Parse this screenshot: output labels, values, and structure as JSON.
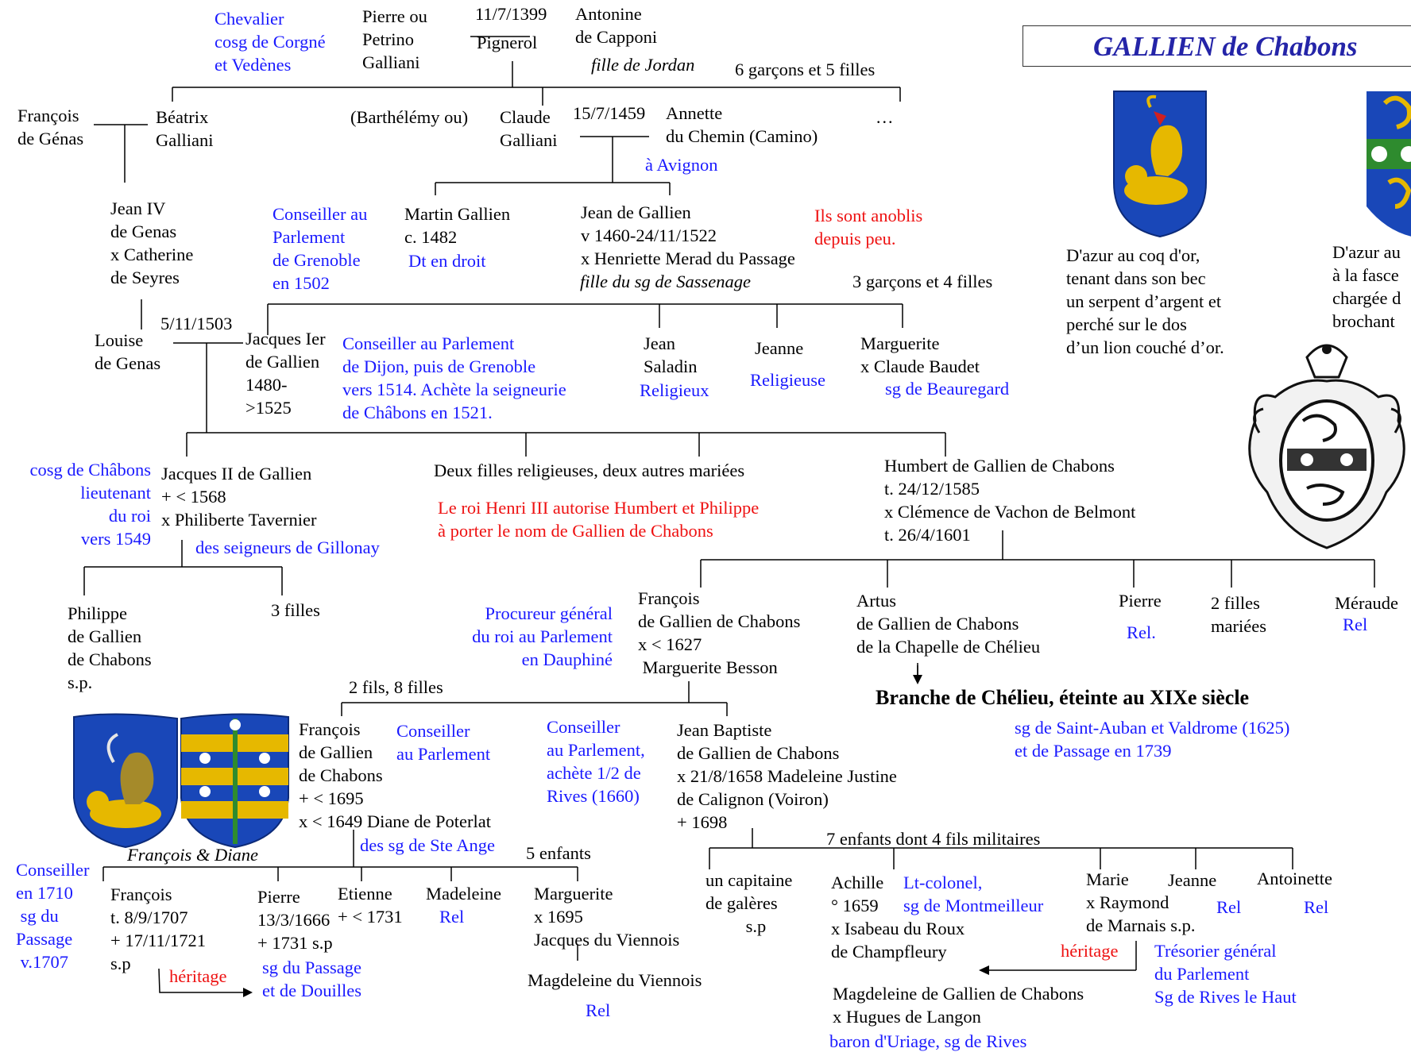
{
  "header": {
    "title": "GALLIEN de Chabons"
  },
  "nodes": {
    "chevalier": "Chevalier\ncosg de Corgné\net Vedènes",
    "pierre_galliani": "Pierre ou\nPetrino\nGalliani",
    "date_1399": "11/7/1399",
    "pignerol": "Pignerol",
    "antonine": "Antonine\nde Capponi",
    "fille_jordan": "fille de Jordan",
    "six_garcons": "6 garçons et 5 filles",
    "francois_genas": "François\nde Génas",
    "beatrix": "Béatrix\nGalliani",
    "barthelemy": "(Barthélémy ou)",
    "claude": "Claude\nGalliani",
    "date_1459": "15/7/1459",
    "annette": "Annette\ndu Chemin (Camino)",
    "dots": "…",
    "avignon": "à Avignon",
    "jean_iv": "Jean IV\nde Genas\nx Catherine\nde Seyres",
    "conseiller_grenoble": "Conseiller au\nParlement\nde Grenoble\nen 1502",
    "martin": "Martin Gallien\nc. 1482",
    "dt_droit": "Dt en droit",
    "jean_gallien": "Jean de Gallien\nv 1460-24/11/1522\nx Henriette Merad du Passage",
    "fille_sassenage": "fille du sg de Sassenage",
    "anoblis": "Ils sont anoblis\ndepuis peu.",
    "trois_garcons": "3 garçons et 4 filles",
    "louise": "Louise\nde Genas",
    "date_1503": "5/11/1503",
    "jacques_ier": "Jacques Ier\nde Gallien\n1480-\n>1525",
    "conseiller_dijon": "Conseiller au Parlement\nde Dijon, puis de Grenoble\nvers 1514. Achète la seigneurie\nde Châbons en 1521.",
    "jean_saladin": "Jean\nSaladin",
    "religieux": "Religieux",
    "jeanne1": "Jeanne",
    "religieuse": "Religieuse",
    "marguerite1": "Marguerite\nx Claude Baudet",
    "sg_beauregard": "sg de Beauregard",
    "cosg_chabons": "cosg de Châbons\nlieutenant\ndu roi\nvers 1549",
    "jacques_ii": "Jacques II de Gallien\n+ < 1568\nx Philiberte Tavernier",
    "sg_gillonay": "des seigneurs de Gillonay",
    "deux_filles": "Deux filles religieuses, deux autres mariées",
    "roi_henri": "Le roi Henri III autorise Humbert et Philippe\nà porter le nom de Gallien de Chabons",
    "humbert": "Humbert de Gallien de Chabons\nt. 24/12/1585\nx Clémence de Vachon de Belmont\nt. 26/4/1601",
    "philippe": "Philippe\nde Gallien\nde Chabons\ns.p.",
    "trois_filles": "3 filles",
    "procureur": "Procureur général\ndu roi au Parlement\nen Dauphiné",
    "francois_chabons": "François\nde Gallien de Chabons\nx < 1627\n Marguerite Besson",
    "artus": "Artus\nde Gallien de Chabons\nde la Chapelle de Chélieu",
    "pierre_rel": "Pierre",
    "rel_pierre": "Rel.",
    "deux_filles_mariees": "2 filles\nmariées",
    "meraude": "Méraude",
    "rel_meraude": "Rel",
    "deux_fils": "2 fils, 8 filles",
    "branche": "Branche de Chélieu, éteinte au XIXe siècle",
    "sg_saint_auban": "sg de Saint-Auban et Valdrome (1625)\net de Passage en 1739",
    "francois_diane_caption": "François & Diane",
    "francois2": "François\nde Gallien\nde Chabons\n+ < 1695\nx < 1649 Diane de Poterlat",
    "conseiller_parl": "Conseiller\nau Parlement",
    "conseiller_rives": "Conseiller\nau Parlement,\nachète 1/2 de\nRives (1660)",
    "jean_baptiste": "Jean Baptiste\nde Gallien de Chabons\nx 21/8/1658 Madeleine Justine\nde Calignon (Voiron)\n+ 1698",
    "sg_ste_ange": "des sg de Ste Ange",
    "cinq_enfants": "5 enfants",
    "sept_enfants": "7 enfants dont 4 fils militaires",
    "conseiller_1710": "Conseiller\nen 1710\n sg du\nPassage\n v.1707",
    "francois3": "François\nt. 8/9/1707\n+ 17/11/1721\ns.p",
    "heritage1": "héritage",
    "pierre2": "Pierre\n13/3/1666\n+ 1731 s.p",
    "etienne": "Etienne\n+ < 1731",
    "madeleine": "Madeleine",
    "rel_madeleine": "Rel",
    "marguerite2": "Marguerite\nx 1695\nJacques du Viennois",
    "sg_passage_douilles": "sg du Passage\net de Douilles",
    "magdeleine_viennois": "Magdeleine du Viennois",
    "rel_magdeleine": "Rel",
    "capitaine": "un capitaine\nde galères\n         s.p",
    "achille": "Achille\n° 1659\nx Isabeau du Roux\nde Champfleury",
    "lt_colonel": "Lt-colonel,\nsg de Montmeilleur",
    "marie": "Marie\nx Raymond\nde Marnais s.p.",
    "jeanne2": "Jeanne",
    "rel_jeanne": "Rel",
    "antoinette": "Antoinette",
    "rel_antoinette": "Rel",
    "heritage2": "héritage",
    "tresorier": "Trésorier général\ndu Parlement\nSg de Rives le Haut",
    "magdeleine_gallien": "Magdeleine de Gallien de Chabons\nx Hugues de Langon",
    "baron_uriage": "baron d'Uriage, sg de Rives",
    "blason1": "D'azur au coq d'or,\ntenant dans son bec\nun serpent d’argent et\nperché sur le dos\nd’un lion couché d’or.",
    "blason2": "D'azur au\nà la fasce\nchargée d\nbrochant"
  },
  "colors": {
    "black": "#000000",
    "blue": "#1a1aff",
    "red": "#ee1111",
    "title": "#2424a8",
    "shield_blue": "#1947b8",
    "gold": "#e6b800"
  },
  "icons": [
    "coat-of-arms-rooster-lion",
    "coat-of-arms-fess",
    "ornate-cartouche-arms",
    "couple-coats-of-arms"
  ]
}
